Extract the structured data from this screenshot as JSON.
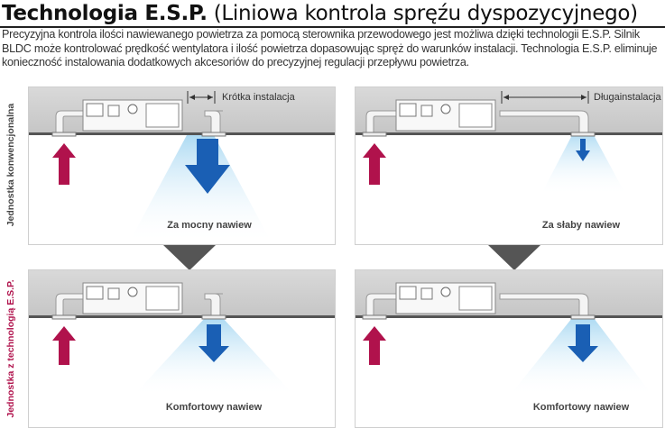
{
  "header": {
    "title_bold": "Technologia E.S.P.",
    "title_rest": " (Liniowa kontrola spręźu dyspozycyjnego)",
    "intro": "Precyzyjna kontrola ilości nawiewanego powietrza za pomocą sterownika przewodowego jest możliwa dzięki technologii E.S.P. Silnik BLDC może kontrolować prędkość wentylatora i ilość powietrza dopasowując spręż do warunków instalacji. Technologia E.S.P. eliminuje konieczność instalowania dodatkowych akcesoriów do precyzyjnej regulacji przepływu powietrza."
  },
  "rows": {
    "conventional_label": "Jednostka konwencjonalna",
    "esp_label": "Jednostka z technologią E.S.P."
  },
  "panels": {
    "top_left": {
      "dimension_label": "Krótka instalacja",
      "flow_label": "Za mocny nawiew"
    },
    "top_right": {
      "dimension_label": "Długainstalacja",
      "flow_label": "Za słaby nawiew"
    },
    "bottom_left": {
      "flow_label": "Komfortowy nawiew"
    },
    "bottom_right": {
      "flow_label": "Komfortowy nawiew"
    }
  },
  "colors": {
    "return_arrow": "#b0124c",
    "supply_arrow": "#1a5fb4",
    "esp_label": "#b0124c",
    "step_arrow": "#555555"
  }
}
